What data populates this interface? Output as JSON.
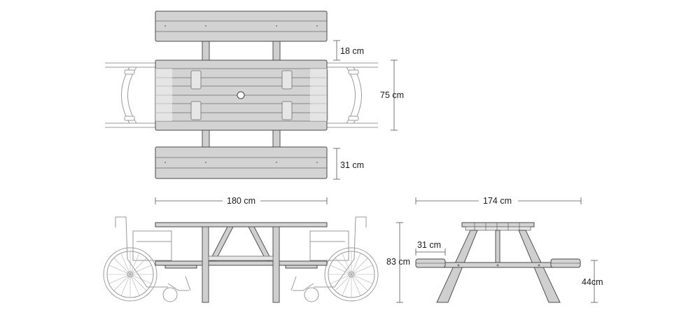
{
  "dimensions": {
    "backrest_depth": "18 cm",
    "table_depth": "75 cm",
    "bench_depth": "31 cm",
    "table_length": "180 cm",
    "overall_width": "174 cm",
    "overall_height": "83 cm",
    "seat_depth": "31 cm",
    "seat_height": "44cm"
  },
  "colors": {
    "wood": "#d3d3d3",
    "outline": "#4a4a4a",
    "wheelchair": "#9a9a9a"
  }
}
